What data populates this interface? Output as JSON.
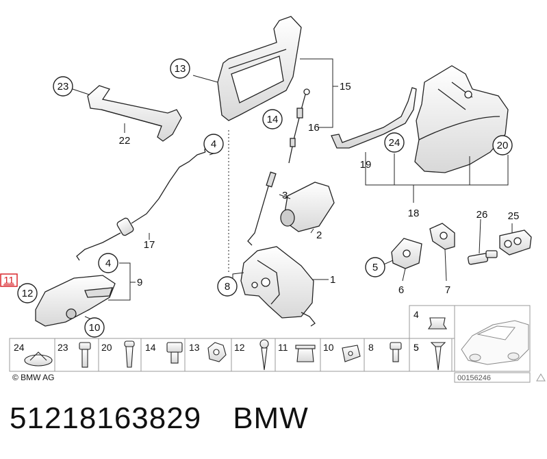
{
  "callouts": {
    "c23": "23",
    "c22": "22",
    "c13": "13",
    "c15": "15",
    "c14": "14",
    "c16": "16",
    "c4a": "4",
    "c24": "24",
    "c20": "20",
    "c19": "19",
    "c3": "3",
    "c2": "2",
    "c18": "18",
    "c17": "17",
    "c26": "26",
    "c25": "25",
    "c4b": "4",
    "c9": "9",
    "c5": "5",
    "c6": "6",
    "c7": "7",
    "c1": "1",
    "c8": "8",
    "c11": "11",
    "c12": "12",
    "c10": "10"
  },
  "hardware_strip": [
    "24",
    "23",
    "20",
    "14",
    "13",
    "12",
    "11",
    "10",
    "8",
    "5"
  ],
  "inset_items": [
    "4",
    "5"
  ],
  "copyright": "© BMW AG",
  "diagram_number": "00156246",
  "caption": {
    "part_number": "51218163829",
    "brand": "BMW"
  },
  "colors": {
    "line": "#222222",
    "highlight": "#d9262c",
    "part_fill": "#f2f2f2",
    "box_border": "#999999"
  }
}
